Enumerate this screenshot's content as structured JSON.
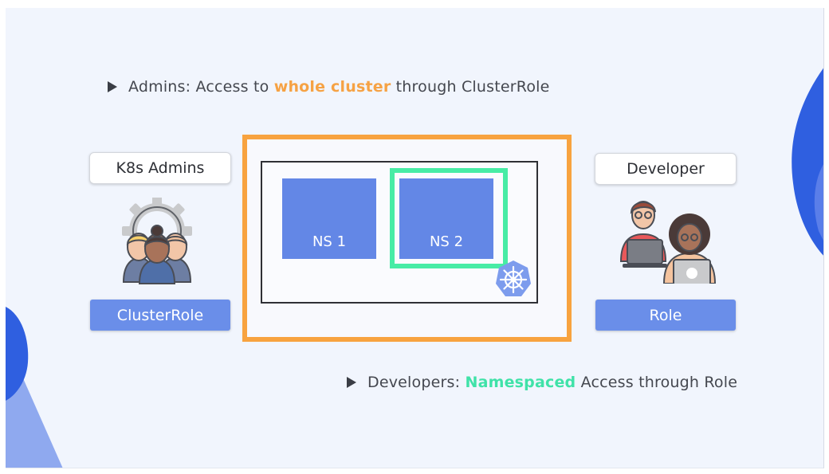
{
  "bullets": {
    "admins": {
      "prefix": "Admins: Access to ",
      "highlight": "whole cluster",
      "suffix": " through ClusterRole"
    },
    "developers": {
      "prefix": "Developers: ",
      "highlight": "Namespaced",
      "suffix": " Access through Role"
    }
  },
  "left_group": {
    "title": "K8s Admins",
    "role": "ClusterRole",
    "icon": "admins-team-gear-icon"
  },
  "right_group": {
    "title": "Developer",
    "role": "Role",
    "icon": "developers-laptops-icon"
  },
  "cluster": {
    "namespaces": [
      "NS 1",
      "NS 2"
    ],
    "logo": "kubernetes-logo-icon"
  },
  "colors": {
    "cluster_highlight": "#f8a33f",
    "namespace_highlight": "#47eca5",
    "namespace_fill": "#6387e6",
    "role_button": "#6a8ee9",
    "accent_blob": "#2f5ee0"
  }
}
